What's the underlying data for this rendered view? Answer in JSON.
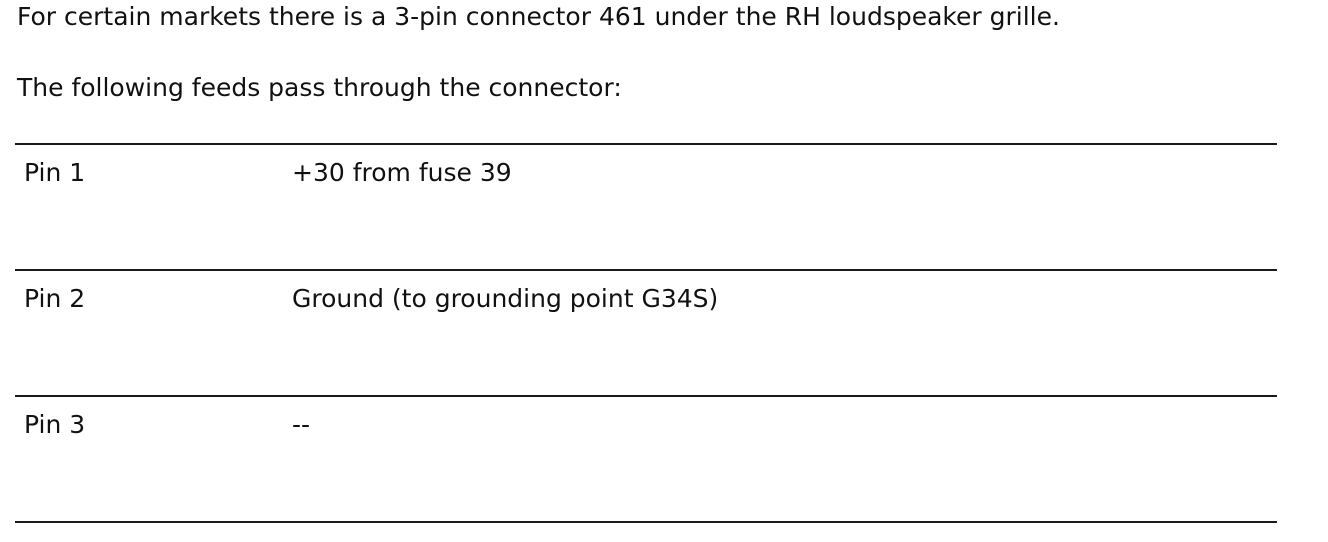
{
  "document": {
    "intro": "For certain markets there is a 3-pin connector 461 under the RH loudspeaker grille.",
    "lead": "The following feeds pass through the connector:",
    "pins": [
      {
        "pin": "Pin 1",
        "feed": "+30 from fuse 39"
      },
      {
        "pin": "Pin 2",
        "feed": "Ground (to grounding point G34S)"
      },
      {
        "pin": "Pin 3",
        "feed": "--"
      }
    ]
  }
}
